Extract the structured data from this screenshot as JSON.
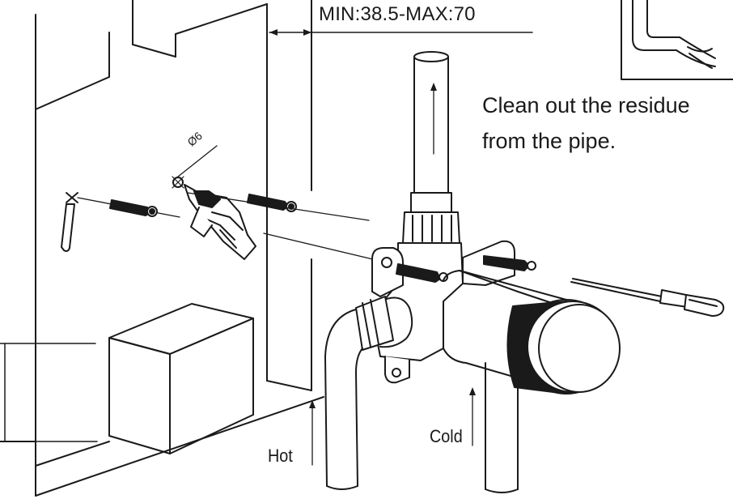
{
  "labels": {
    "clearance": "MIN:38.5-MAX:70",
    "instruction_line1": "Clean out the residue",
    "instruction_line2": "from the pipe.",
    "hot": "Hot",
    "cold": "Cold",
    "drill_diameter": "Ø6"
  },
  "colors": {
    "line": "#1a1a1a",
    "background": "#ffffff"
  }
}
